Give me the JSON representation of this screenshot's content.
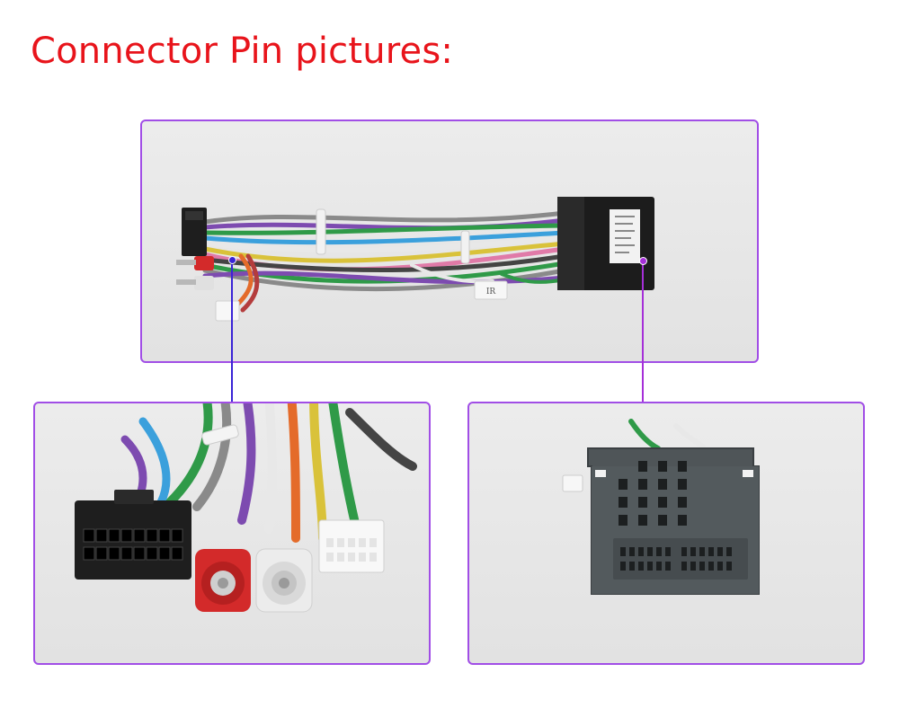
{
  "heading": {
    "text": "Connector Pin pictures:",
    "color": "#e8141b"
  },
  "frame": {
    "border_color": "#a14ee6",
    "leader_left_color": "#3a24d6",
    "leader_right_color": "#a52fd8"
  },
  "photos": {
    "harness": {
      "icon": "wiring-harness-photo",
      "sticker_text": "IR"
    },
    "iso_connector": {
      "icon": "16-pin-connector-rca-photo"
    },
    "car_connector": {
      "icon": "quadlock-car-connector-photo"
    }
  }
}
